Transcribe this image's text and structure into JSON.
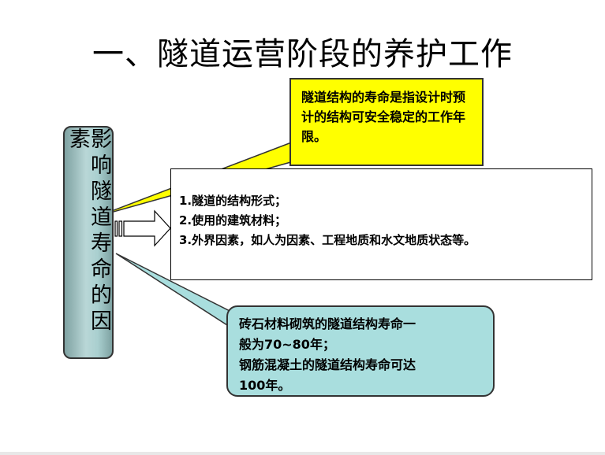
{
  "slide": {
    "title": "一、隧道运营阶段的养护工作",
    "factor_label": "影响隧道寿命的因素",
    "yellow_callout": {
      "text": "隧道结构的寿命是指设计时预计的结构可安全稳定的工作年限。",
      "color": "#ffff00"
    },
    "factors": {
      "items": [
        "1.隧道的结构形式；",
        "2.使用的建筑材料；",
        "3.外界因素，如人为因素、工程地质和水文地质状态等。"
      ]
    },
    "teal_callout": {
      "lines": [
        "砖石材料砌筑的隧道结构寿命一",
        "般为70~80年；",
        "钢筋混凝土的隧道结构寿命可达",
        "100年。"
      ],
      "color": "#a9dede"
    },
    "arrow_icon": "right-hollow-arrow-icon"
  }
}
